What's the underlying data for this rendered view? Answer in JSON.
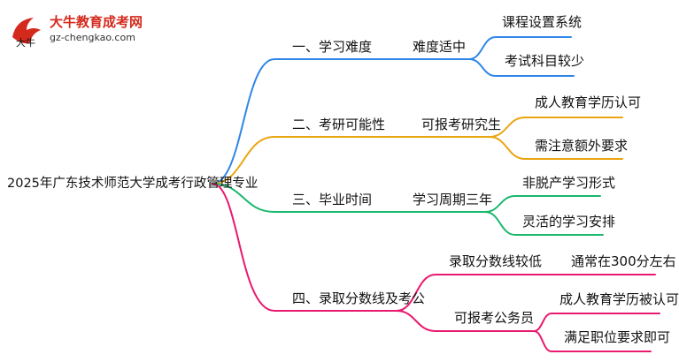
{
  "logo": {
    "title": "大牛教育成考网",
    "url": "gz-chengkao.com",
    "mark_text": "大牛"
  },
  "root": {
    "label": "2025年广东技术师范大学成考行政管理专业"
  },
  "branches": [
    {
      "label": "一、学习难度",
      "color": "#2f86e8",
      "child": "难度适中",
      "leaves": [
        "课程设置系统",
        "考试科目较少"
      ]
    },
    {
      "label": "二、考研可能性",
      "color": "#eaa511",
      "child": "可报考研究生",
      "leaves": [
        "成人教育学历认可",
        "需注意额外要求"
      ]
    },
    {
      "label": "三、毕业时间",
      "color": "#19b86c",
      "child": "学习周期三年",
      "leaves": [
        "非脱产学习形式",
        "灵活的学习安排"
      ]
    },
    {
      "label": "四、录取分数线及考公",
      "color": "#e8196e",
      "children": [
        {
          "label": "录取分数线较低",
          "leaves": [
            "通常在300分左右"
          ]
        },
        {
          "label": "可报考公务员",
          "leaves": [
            "成人教育学历被认可",
            "满足职位要求即可"
          ]
        }
      ]
    }
  ]
}
